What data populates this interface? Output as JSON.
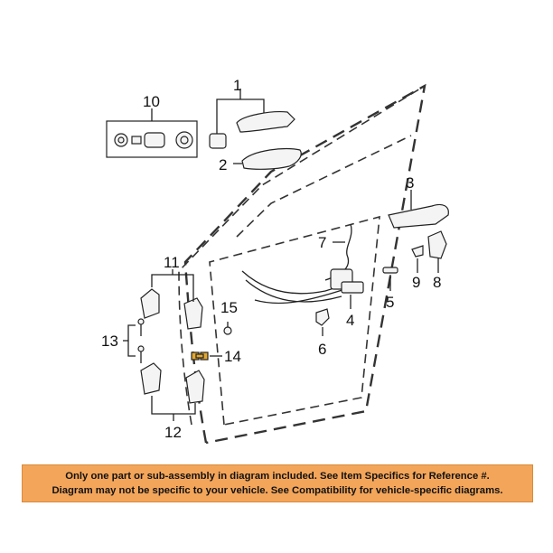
{
  "callouts": [
    "1",
    "2",
    "3",
    "4",
    "5",
    "6",
    "7",
    "8",
    "9",
    "10",
    "11",
    "12",
    "13",
    "14",
    "15"
  ],
  "banner": {
    "line1": "Only one part or sub-assembly in diagram included. See Item Specifics for Reference #.",
    "line2": "Diagram may not be specific to your vehicle. See Compatibility for vehicle-specific diagrams."
  },
  "colors": {
    "banner_bg": "#f3a55a",
    "highlight_part": "#e3a72f"
  }
}
